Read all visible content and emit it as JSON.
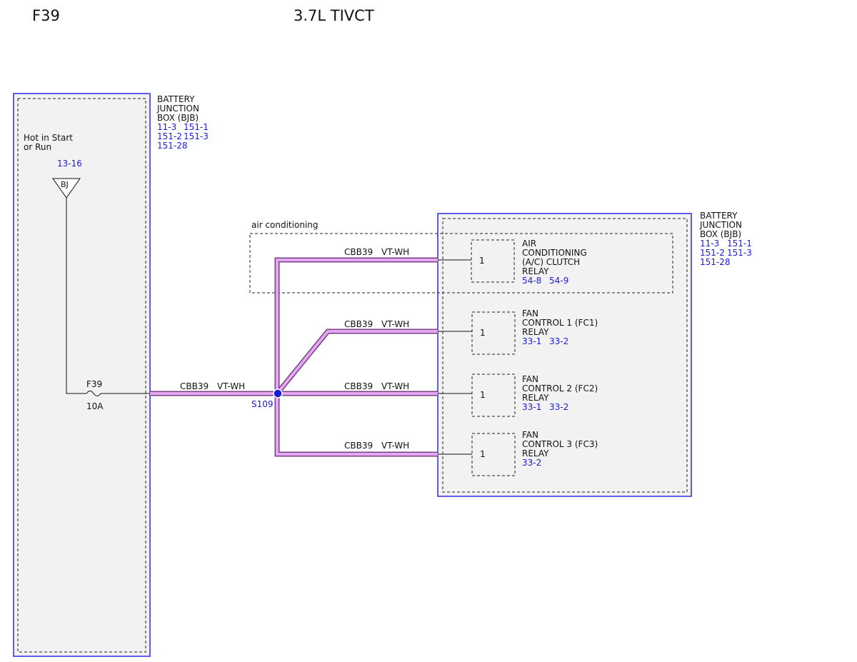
{
  "header": {
    "circuit": "F39",
    "engine": "3.7L TIVCT"
  },
  "left_bjb": {
    "label_lines": [
      "BATTERY",
      "JUNCTION",
      "BOX (BJB)"
    ],
    "ref_rows": [
      [
        "11-3",
        "151-1"
      ],
      [
        "151-2",
        "151-3"
      ],
      [
        "151-28"
      ]
    ],
    "hot_text_lines": [
      "Hot in Start",
      "or Run"
    ],
    "power_ref": "13-16",
    "power_symbol": "BJ",
    "fuse_name": "F39",
    "fuse_rating": "10A"
  },
  "splice": {
    "id": "S109"
  },
  "wire": {
    "circuit": "CBB39",
    "color": "VT-WH",
    "color_hex": "#d98fe8"
  },
  "ac_group_label": "air conditioning",
  "right_bjb": {
    "label_lines": [
      "BATTERY",
      "JUNCTION",
      "BOX (BJB)"
    ],
    "ref_rows": [
      [
        "11-3",
        "151-1"
      ],
      [
        "151-2",
        "151-3"
      ],
      [
        "151-28"
      ]
    ]
  },
  "relays": [
    {
      "pin": "1",
      "label_lines": [
        "AIR",
        "CONDITIONING",
        "(A/C) CLUTCH",
        "RELAY"
      ],
      "refs": [
        "54-8",
        "54-9"
      ]
    },
    {
      "pin": "1",
      "label_lines": [
        "FAN",
        "CONTROL 1 (FC1)",
        "RELAY"
      ],
      "refs": [
        "33-1",
        "33-2"
      ]
    },
    {
      "pin": "1",
      "label_lines": [
        "FAN",
        "CONTROL 2 (FC2)",
        "RELAY"
      ],
      "refs": [
        "33-1",
        "33-2"
      ]
    },
    {
      "pin": "1",
      "label_lines": [
        "FAN",
        "CONTROL 3 (FC3)",
        "RELAY"
      ],
      "refs": [
        "33-2"
      ]
    }
  ],
  "colors": {
    "box_border": "#2a2ae0",
    "box_fill": "#f2f2f2",
    "ref_text": "#1a1adb",
    "splice_dot": "#1a1adb"
  }
}
